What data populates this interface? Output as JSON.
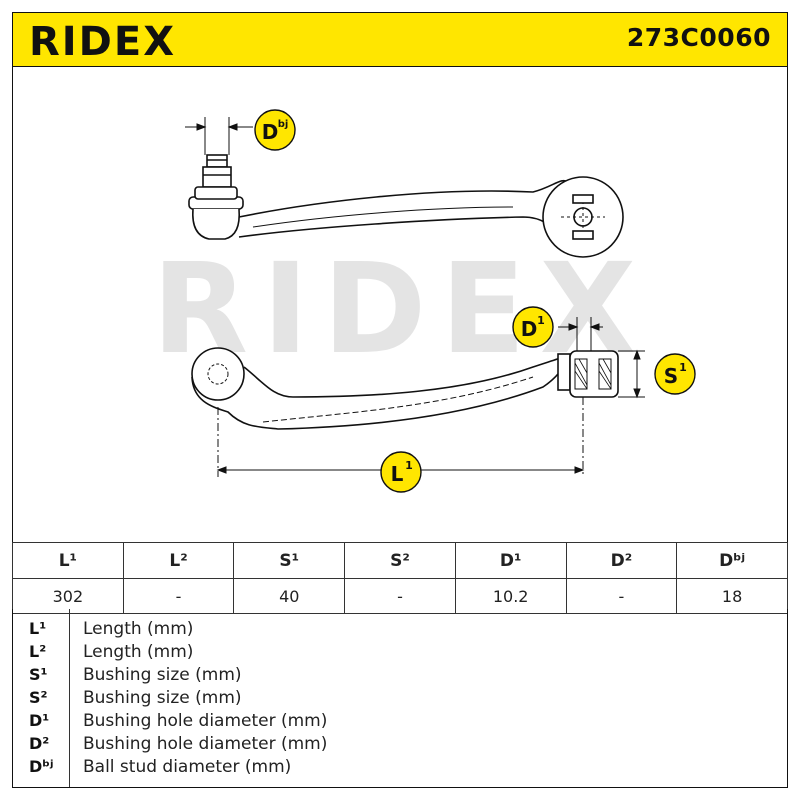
{
  "header": {
    "brand": "RIDEX",
    "part_number": "273C0060"
  },
  "watermark": "RIDEX",
  "callouts": {
    "dbj": "D",
    "dbj_sup": "bj",
    "d1": "D",
    "d1_sup": "1",
    "s1": "S",
    "s1_sup": "1",
    "l1": "L",
    "l1_sup": "1"
  },
  "table": {
    "headers": [
      "L¹",
      "L²",
      "S¹",
      "S²",
      "D¹",
      "D²",
      "Dᵇʲ"
    ],
    "values": [
      "302",
      "-",
      "40",
      "-",
      "10.2",
      "-",
      "18"
    ]
  },
  "legend": [
    {
      "code": "L¹",
      "desc": "Length (mm)"
    },
    {
      "code": "L²",
      "desc": "Length (mm)"
    },
    {
      "code": "S¹",
      "desc": "Bushing size (mm)"
    },
    {
      "code": "S²",
      "desc": "Bushing size (mm)"
    },
    {
      "code": "D¹",
      "desc": "Bushing hole diameter (mm)"
    },
    {
      "code": "D²",
      "desc": "Bushing hole diameter (mm)"
    },
    {
      "code": "Dᵇʲ",
      "desc": "Ball stud diameter (mm)"
    }
  ],
  "colors": {
    "header_bg": "#ffe600",
    "badge_bg": "#ffe600",
    "line": "#111111",
    "watermark": "#e4e4e4"
  }
}
